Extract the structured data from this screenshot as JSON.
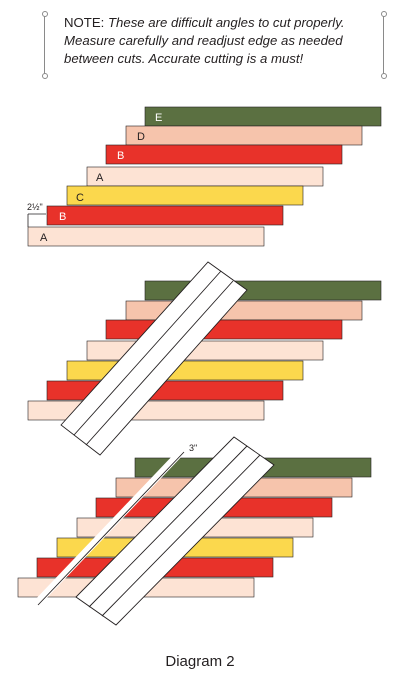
{
  "note": {
    "lead": "NOTE: ",
    "text": "These are difficult angles to cut properly. Measure carefully and readjust edge as needed between cuts. Accurate cutting is a must!"
  },
  "strip_labels": [
    "A",
    "B",
    "C",
    "A",
    "B",
    "D",
    "E"
  ],
  "measure_labels": {
    "strip_width": "2½\"",
    "cut_width": "3\""
  },
  "caption": "Diagram 2",
  "colors": {
    "light_pink": "#fde3d4",
    "red": "#e8322a",
    "yellow": "#fbd84d",
    "salmon": "#f6c4ac",
    "olive": "#5b7041",
    "outline": "#231f20"
  }
}
